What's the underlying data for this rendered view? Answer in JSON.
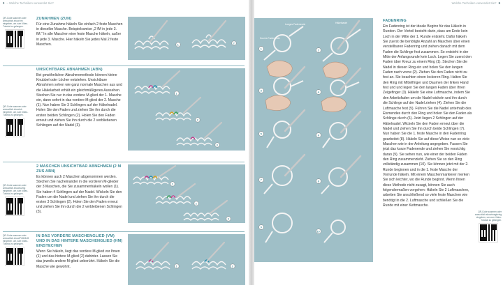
{
  "header": {
    "left_page_number": "3",
    "left_running_title": "– Welche Techniken verwendet Sie?",
    "right_running_title": "Welche Techniken verwendet Sie?",
    "right_page_number": "5"
  },
  "left_sections": [
    {
      "qr_text": "QR-Code scannen oder www.stitch.show.hm eingeben, um zum Video-Tutorial zu gelangen.",
      "title": "ZUNAHMEN (ZUN)",
      "body": "Für eine Zunahme häkeln Sie einfach 2 feste Maschen in dieselbe Masche. Beispielsweise „2 fM in jede 3. fM.“ In alle Maschen eine feste Masche häkeln, außer in jede 3. Masche. Hier häkeln Sie jedes Mal 2 feste Maschen."
    },
    {
      "qr_text": "QR-Code scannen oder www.stitch.show/ub eingeben, um zum Video-Tutorial zu gelangen.",
      "title": "UNSICHTBARE ABNAHMEN (ABN)",
      "body": "Bei gewöhnlichen Abnahmemethode können kleine Knubbel oder Löcher entstehen. Unsichtbare Abnahmen sehen wie ganz normale Maschen aus und die Häkelarbeit erhält ein gleichmäßigeres Aussehen. Stechen Sie nur in das vordere M-glied der 1. Masche ein, dann sofort in das vordere M-glied der 2. Masche (1). Nun haben Sie 3 Schlingen auf der Häkelnadel. Holen Sie den Faden und ziehen Sie ihn durch die ersten beiden Schlingen (2). Holen Sie den Faden erneut und ziehen Sie ihn durch die 2 verbliebenen Schlingen auf der Nadel (3)."
    },
    {
      "qr_text": "QR-Code scannen oder www.stitch.show/u2mg eingeben, um zum Video-Tutorial zu gelangen.",
      "title": "2 MASCHEN UNSICHTBAR ABNEHMEN (2 M ZUS ABN)",
      "body": "Es können auch 2 Maschen abgenommen werden. Stechen Sie nacheinander in die vorderen M-glieder der 3 Maschen, die Sie zusammenhäkeln wollen (1). Sie haben 4 Schlingen auf der Nadel. Wickeln Sie den Faden um die Nadel und ziehen Sie ihn durch die ersten 3 Schlingen (2). Holen Sie den Faden erneut und ziehen Sie ihn durch die 2 verbleibenen Schlingen (3)."
    },
    {
      "qr_text": "QR-Code scannen oder www.stitch.show/FLB-BLB eingeben, um zum Video-Tutorial zu gelangen.",
      "title": "IN DAS VORDERE MASCHENGLIED (VM) UND IN DAS HINTERE MASCHENGLIED (HM) EINSTECHEN",
      "body": "Wenn Sie häkeln, liegt das vordere M-glied vor Ihnen (1) und das hintere M-glied (2) dahinter. Lassen Sie das jeweils andere M-glied unberührt. Häkeln Sie die Masche wie gewohnt."
    }
  ],
  "right_section": {
    "title": "FADENRING",
    "body": "Ein Fadenring ist der ideale Beginn für das Häkeln in Runden. Der Vorteil besteht darin, dass am Ende kein Loch in der Mitte der 1. Runde entsteht. Dafür häkeln Sie zuerst die benötigte Anzahl an Maschen über einen verstellbaren Fadenring und ziehen danach mit dem Faden die Schlinge fest zusammen. So entsteht in der Mitte der Anfangsrunde kein Loch. Legen Sie zuerst den Faden über Kreuz zu einem Ring (1). Stechen Sie die Nadel in diesen Ring ein und holen Sie den langen Faden nach vorne (2). Ziehen Sie den Faden nicht zu fest an. Sie beachten einen lockeren Ring. Halten Sie den Ring mit Mittelfinger und Daumen der linken Hand fest und und legen Sie den langen Faden über Ihren Zeigefinger (3). Häkeln Sie eine Luftmasche, indem Sie den Arbeitsfaden um die Nadel wickeln und ihn durch die Schlinge auf der Nadel ziehen (4). Ziehen Sie die Luftmasche fest (5). Führen Sie die Nadel unterhalb des Eismendes durch den Ring und holen Sie den Faden als Schlinge durch (6). Jetzt liegen 2 Schlingen auf der Häkelnadel. Wickeln Sie den Faden erneut über die Nadel und ziehen Sie ihn durch beide Schlingen (7). Nun haben Sie die 1. feste Masche in den Fadenring gearbeitet (8). Häkeln Sie auf diese Weise nun so viele Maschen wie in der Anleitung angegeben. Fassen Sie jetzt das kurze Fadenende und ziehen Sie vorsichtig daran (9). Sie sehen nun, wie einer der beiden Fäden den Ring zusammenzieht. Ziehen Sie so den Ring vollständig zusammen (10). Sie können jetzt mit der 2. Runde beginnen und in die 1. feste Masche der Vorrunde häkeln. Mit einem Maschenmarkierer merken Sie sich leichter, wo die Runde beginnt. Wenn Ihnen diese Methode nicht zusagt, können Sie auch folgendermaßen vorgehen: Häkeln Sie 2 Luftmaschen, arbeiten Sie anschließend so viele feste Maschen wie benötigt in die 2. Luftmasche und schließen Sie die Runde mit einer Kettmasche.",
    "qr_text": "QR-Code scannen oder www.stitch.show/magicring eingeben, um zum Video-Tutorial zu gelangen."
  },
  "illustration_labels": {
    "long_yarn_end": "Langes Fadenende",
    "short_yarn_end": "Kurzes Fadenende",
    "hook": "Häkelnadel"
  },
  "colors": {
    "accent": "#3e8a97",
    "panel": "#9fbfc7",
    "yarn": "#f4f4f4"
  }
}
